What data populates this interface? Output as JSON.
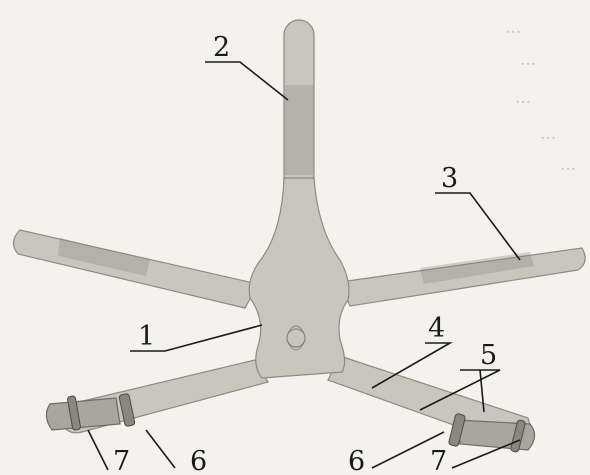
{
  "background_text": [
    "...",
    "...",
    "...",
    "...",
    "..."
  ],
  "callouts": [
    {
      "id": "label-1",
      "text": "1"
    },
    {
      "id": "label-2",
      "text": "2"
    },
    {
      "id": "label-3",
      "text": "3"
    },
    {
      "id": "label-4",
      "text": "4"
    },
    {
      "id": "label-5",
      "text": "5"
    },
    {
      "id": "label-6-left",
      "text": "6"
    },
    {
      "id": "label-7-left",
      "text": "7"
    },
    {
      "id": "label-6-right",
      "text": "6"
    },
    {
      "id": "label-7-right",
      "text": "7"
    }
  ],
  "colors": {
    "paper": "#f4f2ee",
    "rod": "#c9c6c0",
    "ink": "#1a1a1a"
  }
}
